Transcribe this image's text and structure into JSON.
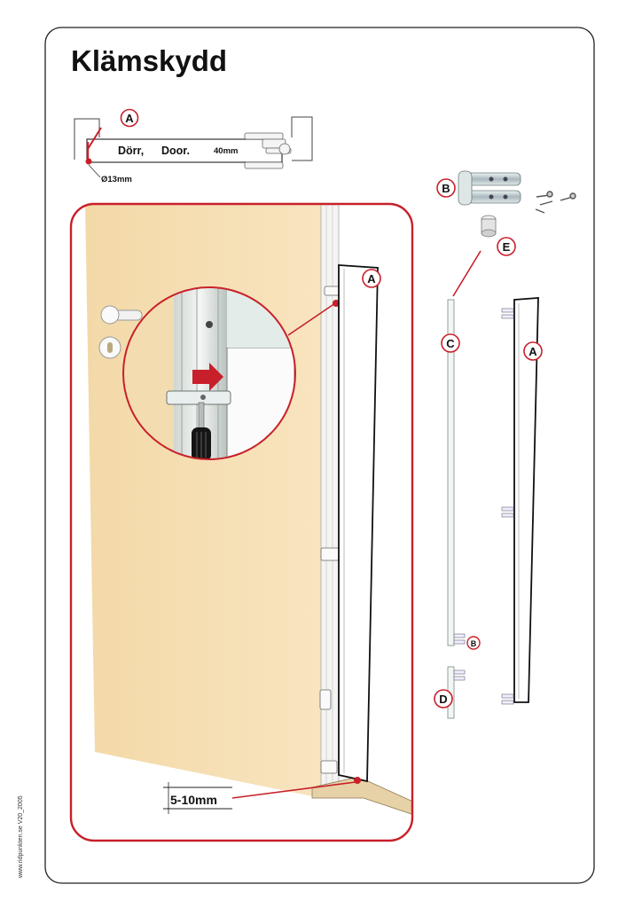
{
  "title": "Klämskydd",
  "top_diagram": {
    "label_a": "A",
    "door_text_1": "Dörr,",
    "door_text_2": "Door.",
    "thickness": "40mm",
    "diameter": "Ø13mm"
  },
  "callouts": {
    "a_main": "A",
    "a_right": "A",
    "b_hinge": "B",
    "b_small": "B",
    "c_rod": "C",
    "d_rod": "D",
    "e_sleeve": "E"
  },
  "gap_label": "5-10mm",
  "footer": "www.ridpunkten.se V20_2005",
  "colors": {
    "accent_red": "#c8202a",
    "door_panel": "#f6dfb4",
    "frame_border": "#222222",
    "paper": "#ffffff"
  }
}
